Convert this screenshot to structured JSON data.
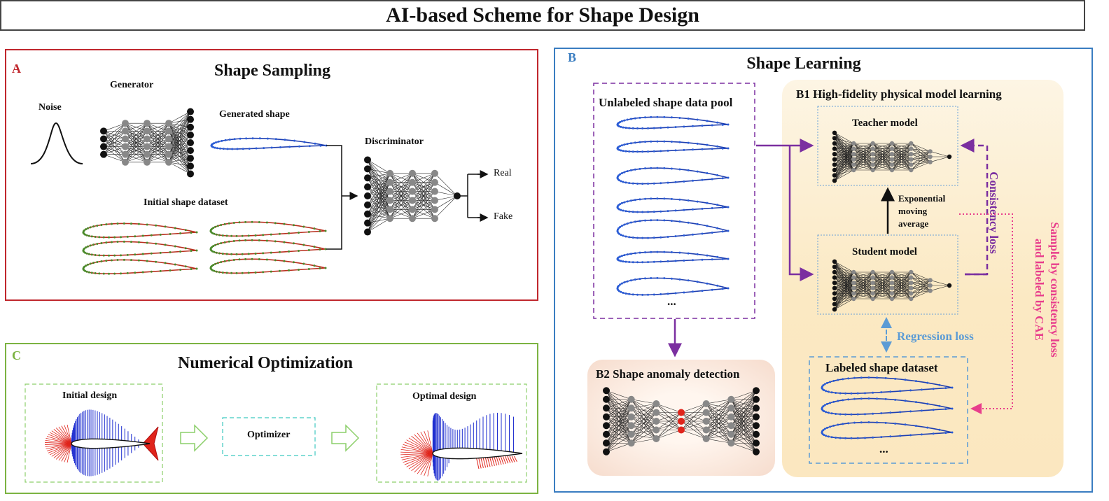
{
  "title": "AI-based Scheme for Shape Design",
  "panel_a": {
    "letter": "A",
    "title": "Shape Sampling",
    "noise": "Noise",
    "generator": "Generator",
    "generated_shape": "Generated shape",
    "discriminator": "Discriminator",
    "initial_dataset": "Initial shape dataset",
    "real": "Real",
    "fake": "Fake"
  },
  "panel_b": {
    "letter": "B",
    "title": "Shape Learning",
    "pool": "Unlabeled shape data pool",
    "pool_ellipsis": "...",
    "b1_title": "B1 High-fidelity physical model learning",
    "teacher": "Teacher model",
    "student": "Student model",
    "ema_1": "Exponential",
    "ema_2": "moving",
    "ema_3": "average",
    "consistency_loss": "Consistency loss",
    "regression_loss": "Regression loss",
    "sample_line1": "Sample by consistency loss",
    "sample_line2": "and labeled by CAE",
    "labeled": "Labeled shape dataset",
    "labeled_ellipsis": "...",
    "b2_title": "B2 Shape anomaly detection"
  },
  "panel_c": {
    "letter": "C",
    "title": "Numerical Optimization",
    "initial_design": "Initial design",
    "optimizer": "Optimizer",
    "optimal_design": "Optimal design"
  },
  "colors": {
    "panel_a_border": "#c0272d",
    "panel_b_border": "#3a7dc1",
    "panel_c_border": "#7cb342",
    "purple": "#7b2fa0",
    "pink": "#e83e8c",
    "regression_blue": "#5b9bd5",
    "airfoil_blue": "#1f3fb0",
    "airfoil_red": "#b8301f",
    "airfoil_green": "#4a8a2a"
  }
}
